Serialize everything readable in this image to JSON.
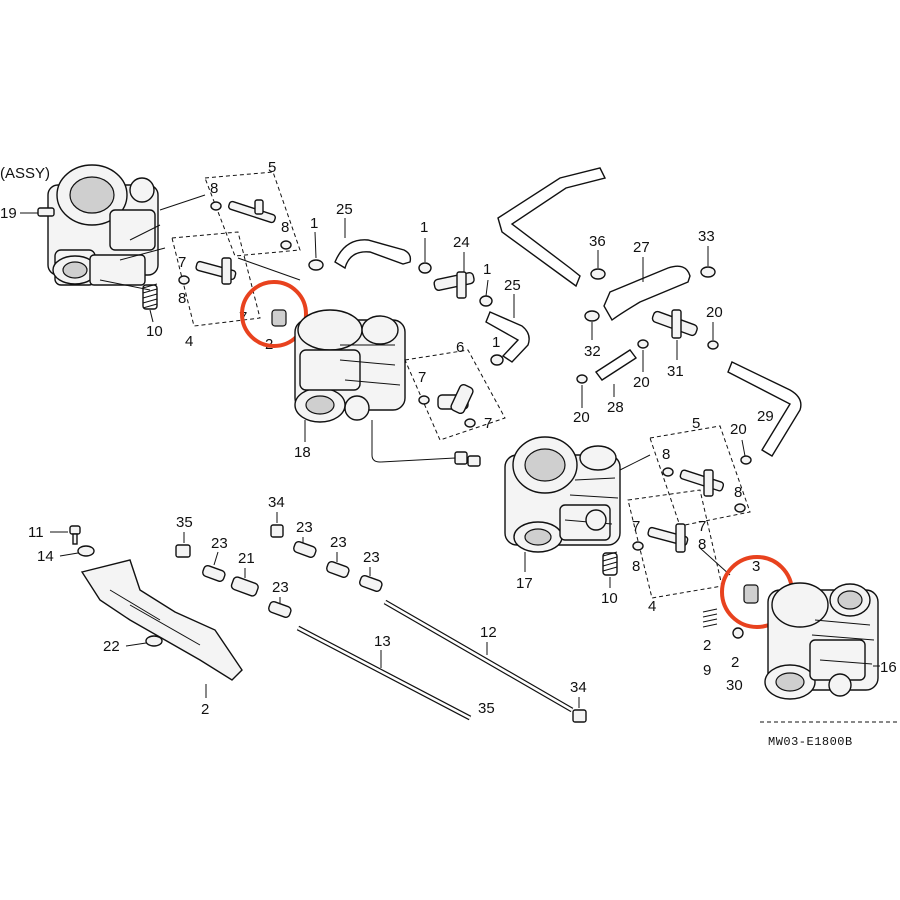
{
  "diagram": {
    "labels": {
      "assy": "(ASSY)",
      "l19": "19",
      "l5a": "5",
      "l8a": "8",
      "l8b": "8",
      "l25a": "25",
      "l1a": "1",
      "l1b": "1",
      "l24": "24",
      "l1c": "1",
      "l25b": "25",
      "l1d": "1",
      "l36": "36",
      "l27": "27",
      "l33": "33",
      "l7a": "7",
      "l8c": "8",
      "l7b": "7",
      "l2a": "2",
      "l10a": "10",
      "l4a": "4",
      "l6": "6",
      "l7c": "7",
      "l7d": "7",
      "l18": "18",
      "l32": "32",
      "l20a": "20",
      "l31": "31",
      "l20b": "20",
      "l20c": "20",
      "l28": "28",
      "l20d": "20",
      "l29": "29",
      "l5b": "5",
      "l8d": "8",
      "l8e": "8",
      "l11": "11",
      "l14": "14",
      "l35a": "35",
      "l34a": "34",
      "l23a": "23",
      "l23b": "23",
      "l23c": "23",
      "l23d": "23",
      "l23e": "23",
      "l21": "21",
      "l22": "22",
      "l2b": "2",
      "l13": "13",
      "l12": "12",
      "l35b": "35",
      "l34b": "34",
      "l17": "17",
      "l10b": "10",
      "l4b": "4",
      "l7e": "7",
      "l8f": "8",
      "l7f": "7",
      "l8g": "8",
      "l3": "3",
      "l2c": "2",
      "l9": "9",
      "l2d": "2",
      "l30": "30",
      "l16": "16"
    },
    "ref_code": "MW03-E1800B",
    "highlight_color": "#e8421e"
  }
}
